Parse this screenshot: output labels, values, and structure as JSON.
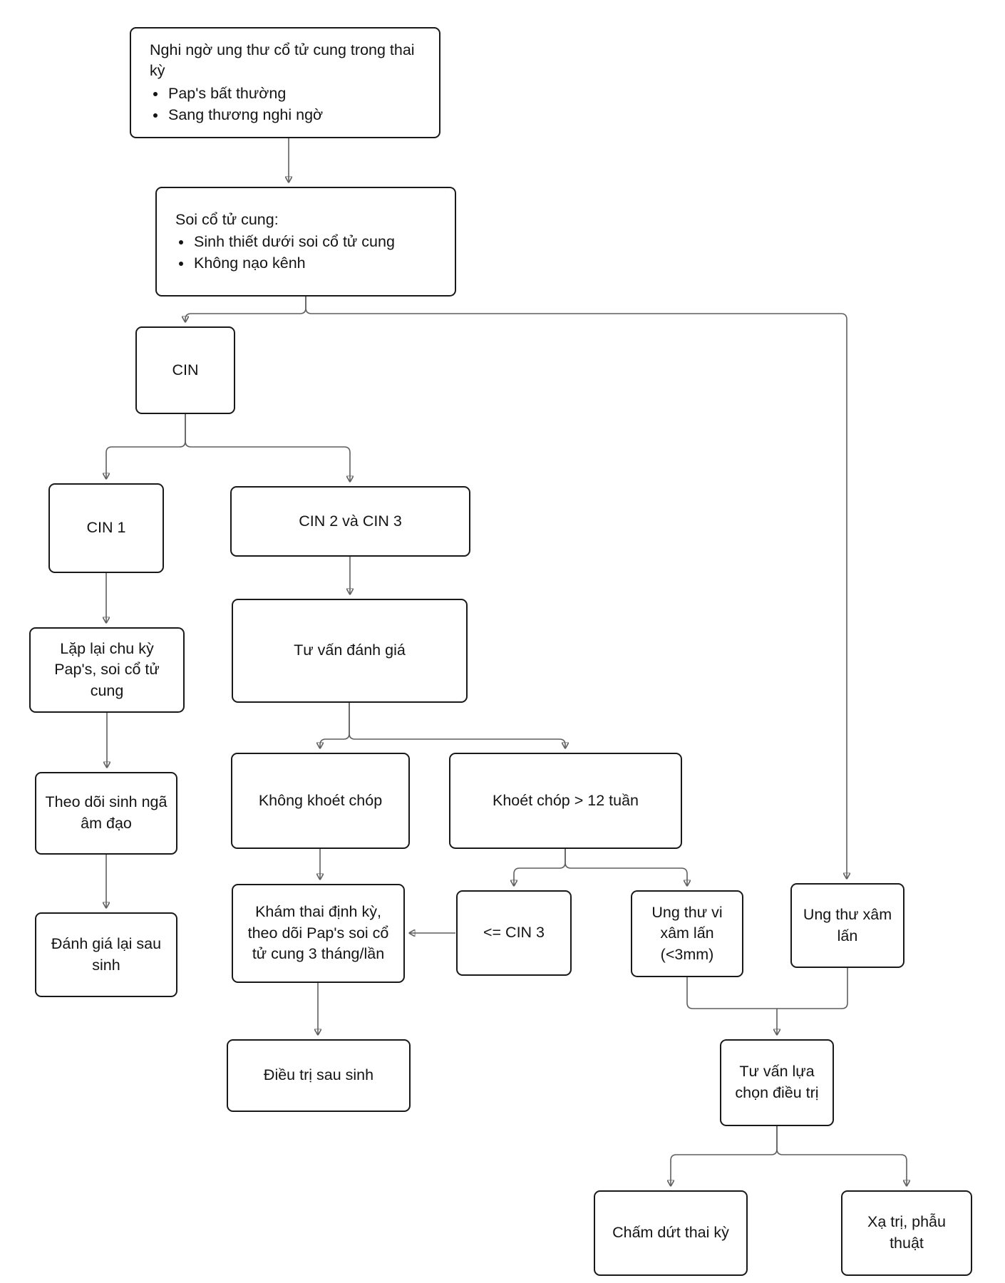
{
  "diagram": {
    "language": "vi",
    "nodes": {
      "suspect": {
        "title": "Nghi ngờ ung thư cổ tử cung trong thai kỳ",
        "bullets": [
          "Pap's bất thường",
          "Sang thương nghi ngờ"
        ]
      },
      "colposcopy": {
        "title": "Soi cổ tử cung:",
        "bullets": [
          "Sinh thiết dưới soi cổ tử cung",
          "Không nạo kênh"
        ]
      },
      "cin": {
        "label": "CIN"
      },
      "cin1": {
        "label": "CIN 1"
      },
      "cin23": {
        "label": "CIN 2 và CIN 3"
      },
      "repeat_pap": {
        "label": "Lặp lại chu kỳ Pap's, soi cổ tử cung"
      },
      "vaginal_birth": {
        "label": "Theo dõi sinh ngã âm đạo"
      },
      "reassess_postpartum": {
        "label": "Đánh giá lại sau sinh"
      },
      "counsel_assess": {
        "label": "Tư vấn đánh giá"
      },
      "no_conization": {
        "label": "Không khoét chóp"
      },
      "conization_gt12w": {
        "label": "Khoét chóp > 12 tuần"
      },
      "le_cin3": {
        "label": "<= CIN 3"
      },
      "microinvasive": {
        "label": "Ung thư vi xâm lấn (<3mm)"
      },
      "invasive": {
        "label": "Ung thư xâm lấn"
      },
      "routine_prenatal": {
        "label": "Khám thai định kỳ, theo dõi Pap's soi cổ tử cung 3 tháng/lần"
      },
      "postpartum_treatment": {
        "label": "Điều trị sau sinh"
      },
      "counsel_treatment": {
        "label": "Tư vấn lựa chọn điều trị"
      },
      "terminate_pregnancy": {
        "label": "Chấm dứt thai kỳ"
      },
      "radiation_surgery": {
        "label": "Xạ trị, phẫu thuật"
      }
    },
    "colors": {
      "background": "#ffffff",
      "node_border": "#191919",
      "text": "#141414",
      "connector_line": "#5e5e5e",
      "arrowhead": "#3c3c3c"
    }
  }
}
